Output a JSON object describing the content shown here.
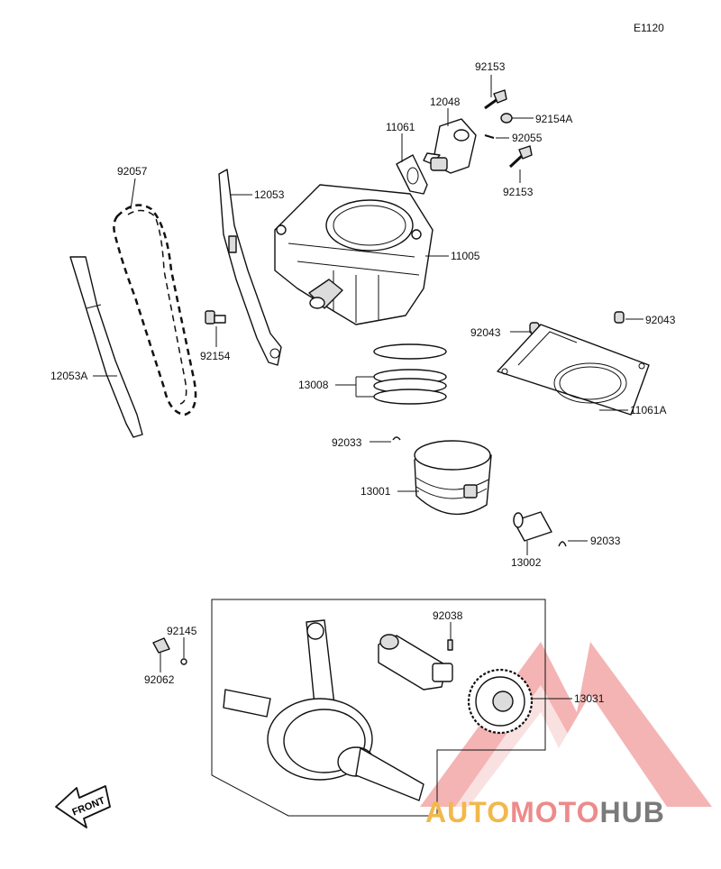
{
  "diagram_code": "E1120",
  "parts": {
    "p92153_top": "92153",
    "p12048": "12048",
    "p92154A": "92154A",
    "p11061": "11061",
    "p92055": "92055",
    "p92153_bottom": "92153",
    "p92057": "92057",
    "p12053": "12053",
    "p11005": "11005",
    "p92154": "92154",
    "p92043_left": "92043",
    "p92043_right": "92043",
    "p12053A": "12053A",
    "p13008": "13008",
    "p11061A": "11061A",
    "p92033_top": "92033",
    "p13001": "13001",
    "p92033_right": "92033",
    "p13002": "13002",
    "p92038": "92038",
    "p92145": "92145",
    "p92062": "92062",
    "p13031": "13031"
  },
  "front_marker": "FRONT",
  "watermark": {
    "brand_part1": "AUTO",
    "brand_part2": "MOTO",
    "brand_part3": "HUB",
    "color_part1": "#f2b84b",
    "color_part2": "#ee8a8a",
    "color_part3": "#7a7a7a",
    "logo_color": "#ef7f7f"
  }
}
